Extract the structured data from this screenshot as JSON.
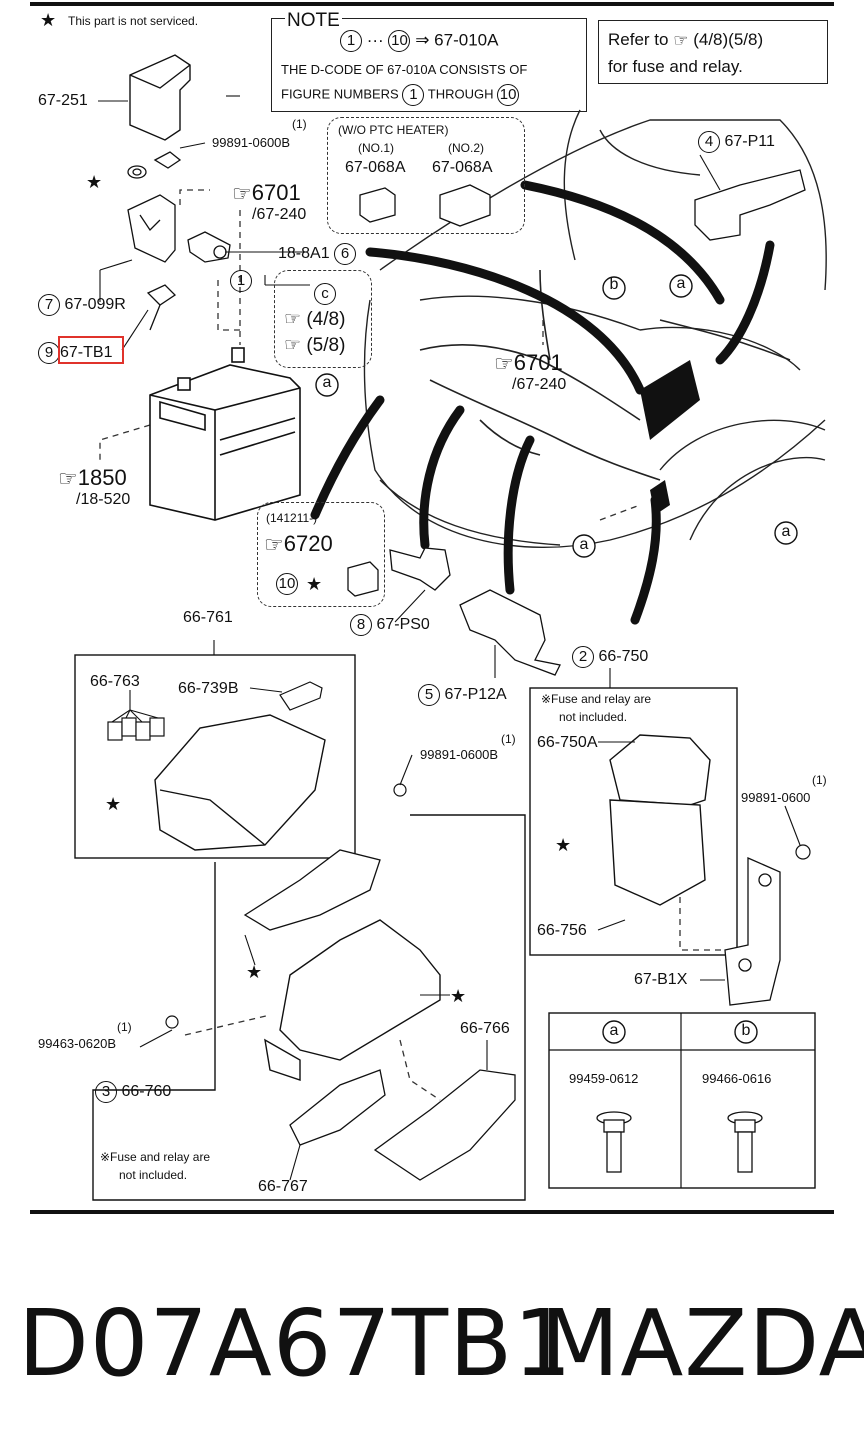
{
  "legend": {
    "star_note": "This part is not serviced."
  },
  "note_box": {
    "title": "NOTE",
    "line1_from": "1",
    "line1_to": "10",
    "line1_code": "67-010A",
    "line2": "THE D-CODE OF 67-010A CONSISTS OF",
    "line3_prefix": "FIGURE NUMBERS",
    "line3_from": "1",
    "line3_mid": "THROUGH",
    "line3_to": "10"
  },
  "refer_box": {
    "line1_prefix": "Refer to",
    "line1_refs": "(4/8)(5/8)",
    "line2": "for fuse and relay."
  },
  "ptc": {
    "title": "(W/O PTC HEATER)",
    "no1": "(NO.1)",
    "no2": "(NO.2)",
    "part1": "67-068A",
    "part2": "67-068A"
  },
  "labels": {
    "p67_251": "67-251",
    "p99891_top": "99891-0600B",
    "p99891_top_qty": "(1)",
    "ref6701_a": "6701",
    "ref6701_a_sub": "/67-240",
    "p18_8A1": "18-8A1",
    "p18_8A1_num": "6",
    "p67_099R": "67-099R",
    "p67_099R_num": "7",
    "p67_TB1": "67-TB1",
    "p67_TB1_num": "9",
    "ref48": "(4/8)",
    "ref58": "(5/8)",
    "callout_1": "1",
    "callout_c": "c",
    "callout_b": "b",
    "callout_a": "a",
    "p67_P11": "67-P11",
    "p67_P11_num": "4",
    "ref6701_b": "6701",
    "ref6701_b_sub": "/67-240",
    "ref1850": "1850",
    "ref1850_sub": "/18-520",
    "serial": "(141211-)",
    "ref6720": "6720",
    "p10_num": "10",
    "p67_PS0": "67-PS0",
    "p67_PS0_num": "8",
    "p66_761": "66-761",
    "p66_763": "66-763",
    "p66_739B": "66-739B",
    "p67_P12A": "67-P12A",
    "p67_P12A_num": "5",
    "p66_750": "66-750",
    "p66_750_num": "2",
    "fuse_note_1a": "※Fuse and relay are",
    "fuse_note_1b": "not included.",
    "p66_750A": "66-750A",
    "p99891_mid": "99891-0600B",
    "p99891_mid_qty": "(1)",
    "p99891_right": "99891-0600",
    "p99891_right_qty": "(1)",
    "p66_756": "66-756",
    "p67_B1X": "67-B1X",
    "p99463": "99463-0620B",
    "p99463_qty": "(1)",
    "p66_760": "66-760",
    "p66_760_num": "3",
    "p66_766": "66-766",
    "fuse_note_2a": "※Fuse and relay are",
    "fuse_note_2b": "not included.",
    "p66_767": "66-767"
  },
  "bolt_table": {
    "col_a": "a",
    "col_b": "b",
    "bolt_a": "99459-0612",
    "bolt_b": "99466-0616"
  },
  "footer": {
    "part_code": "D07A67TB1",
    "brand": "MAZDA"
  },
  "colors": {
    "line": "#111111",
    "highlight": "#e0322b"
  }
}
